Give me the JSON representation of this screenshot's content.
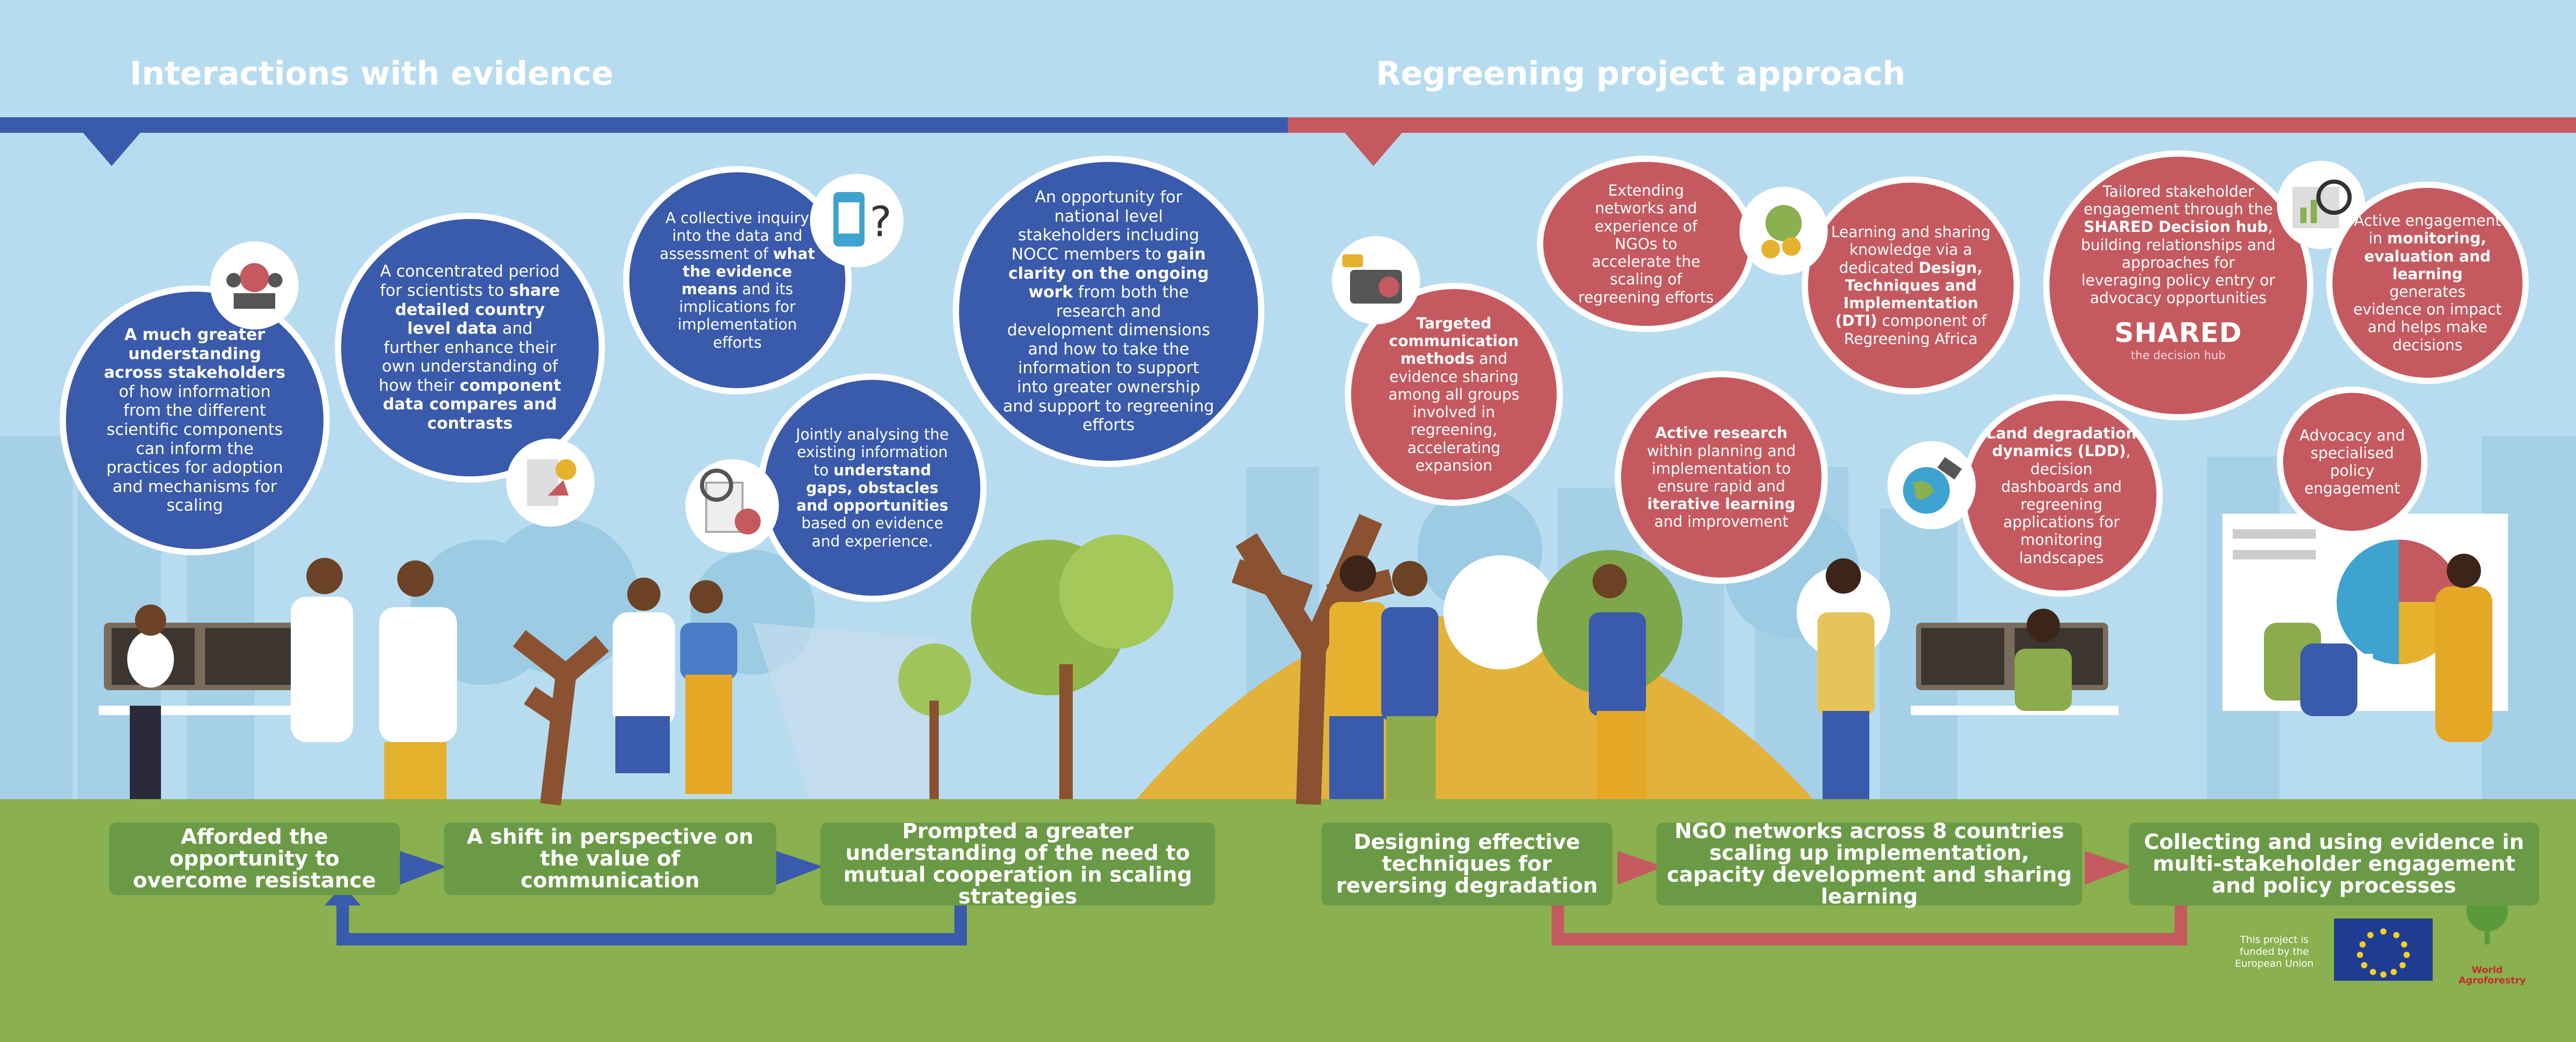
{
  "colors": {
    "sky": "#b8dcef",
    "ground": "#8ab04f",
    "blue": "#3a5aab",
    "red": "#c45a60",
    "green_box": "#6b9a46"
  },
  "left": {
    "title": "Interactions with evidence",
    "b1": {
      "p1": "A much greater understanding across stakeholders",
      "p2": " of how information from the different scientific components can inform the practices for adoption and mechanisms for scaling"
    },
    "b2": {
      "p1": "A concentrated period for scientists to ",
      "p2": "share detailed country level data",
      "p3": " and further enhance their own understanding of how their ",
      "p4": "component data compares and contrasts"
    },
    "b3": {
      "p1": "A collective inquiry into the data and assessment of ",
      "p2": "what the evidence means",
      "p3": " and its implications for implementation efforts"
    },
    "b4": {
      "p1": "Jointly analysing the existing information to ",
      "p2": "understand gaps, obstacles and opportunities",
      "p3": " based on evidence and experience."
    },
    "b5": {
      "p1": "An opportunity for national level stakeholders including NOCC members to ",
      "p2": "gain clarity on the ongoing work",
      "p3": " from both the research and development dimensions and how to take the information to support into greater ownership and support to regreening efforts"
    },
    "boxes": [
      "Afforded the opportunity to overcome resistance",
      "A shift in perspective on the value of communication",
      "Prompted a greater understanding of the need to mutual cooperation in scaling strategies"
    ]
  },
  "right": {
    "title": "Regreening project approach",
    "r1": {
      "p1": "Extending networks and experience of NGOs to accelerate the scaling of regreening efforts"
    },
    "r2": {
      "p1": "Targeted communication methods",
      "p2": " and evidence sharing among all groups involved in regreening, accelerating expansion"
    },
    "r3": {
      "p1": "Learning and sharing knowledge via a dedicated ",
      "p2": "Design, Techniques and Implementation (DTI)",
      "p3": " component of Regreening Africa"
    },
    "r4": {
      "p1": "Active research",
      "p2": " within planning and implementation to ensure rapid and ",
      "p3": "iterative learning",
      "p4": " and improvement"
    },
    "r5": {
      "p1": "Tailored stakeholder engagement through the ",
      "p2": "SHARED Decision hub",
      "p3": ", building relationships and approaches for leveraging policy entry or advocacy opportunities"
    },
    "shared_logo": "SHARED",
    "shared_sub": "the decision hub",
    "r6": {
      "p1": "Active engagement in ",
      "p2": "monitoring, evaluation and learning",
      "p3": " generates evidence on impact and helps make decisions"
    },
    "r7": {
      "p1": "Land degradation dynamics (LDD)",
      "p2": ", decision dashboards and regreening applications for monitoring landscapes"
    },
    "r8": {
      "p1": "Advocacy and specialised policy engagement"
    },
    "boxes": [
      "Designing effective techniques for reversing degradation",
      "NGO networks across 8 countries scaling up implementation, capacity development and sharing learning",
      "Collecting and using evidence in multi-stakeholder engagement and policy processes"
    ]
  },
  "footer": {
    "funded": "This project is funded by the European Union",
    "logo_text": "World Agroforestry"
  }
}
